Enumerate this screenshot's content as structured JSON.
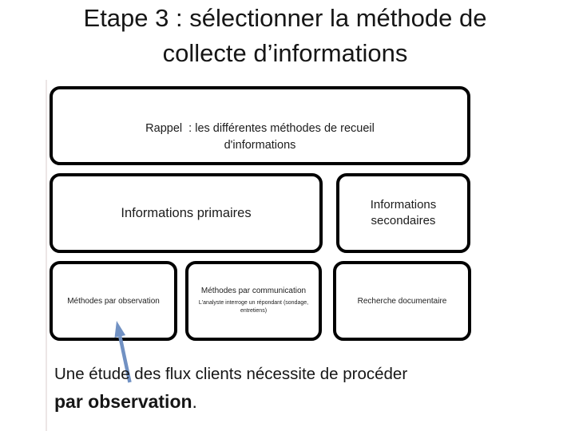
{
  "slide": {
    "title": "Etape 3 : sélectionner la méthode de\ncollecte d’informations",
    "colors": {
      "background": "#ffffff",
      "box_border": "#000000",
      "text": "#1c1c1c",
      "arrow": "#7191c3",
      "faint_placeholder_line": "#ece6e6"
    },
    "boxes": {
      "rappel": {
        "label": "Rappel  : les différentes méthodes de recueil\nd'informations"
      },
      "primaires": {
        "label": "Informations primaires"
      },
      "secondaires": {
        "label": "Informations\nsecondaires"
      },
      "observation": {
        "label": "Méthodes par observation"
      },
      "communication": {
        "title": "Méthodes par communication",
        "subtitle": "L'analyste interroge un répondant (sondage,\nentretiens)"
      },
      "documentaire": {
        "label": "Recherche documentaire"
      }
    },
    "arrow": {
      "meaning": "up-arrow pointing from conclusion text to observation method box"
    },
    "conclusion": {
      "line1": "Une étude des flux clients nécessite de procéder",
      "line2_bold": "par observation",
      "line2_suffix": "."
    }
  }
}
